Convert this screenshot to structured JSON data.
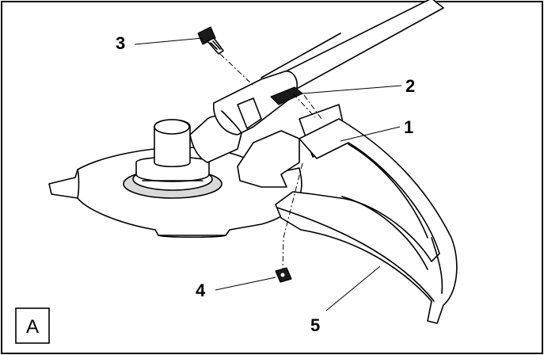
{
  "panel_label": "A",
  "callouts": [
    {
      "number": "1",
      "part": "guard-mount-bracket"
    },
    {
      "number": "2",
      "part": "clamp-plate"
    },
    {
      "number": "3",
      "part": "screw"
    },
    {
      "number": "4",
      "part": "nut"
    },
    {
      "number": "5",
      "part": "grass-guard"
    }
  ]
}
